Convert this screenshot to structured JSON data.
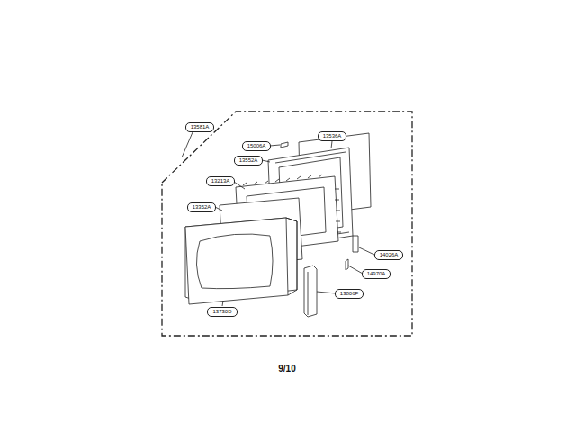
{
  "diagram": {
    "labels": [
      "13581A",
      "15006A",
      "13536A",
      "13552A",
      "13213A",
      "13352A",
      "14026A",
      "14970A",
      "13806F",
      "13730D",
      "9/10"
    ]
  }
}
